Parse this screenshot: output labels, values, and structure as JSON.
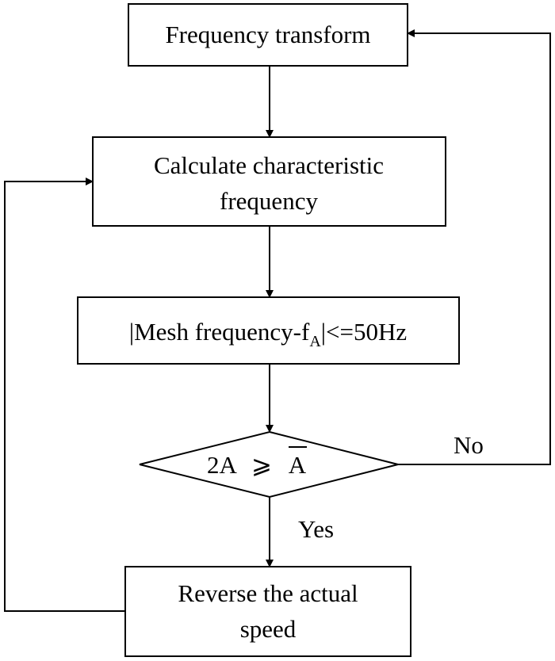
{
  "flowchart": {
    "box_frequency_transform": "Frequency transform",
    "box_calculate_line1": "Calculate characteristic",
    "box_calculate_line2": "frequency",
    "box_mesh_prefix": "|Mesh frequency-f",
    "box_mesh_subscript": "A",
    "box_mesh_suffix": "|<=50Hz",
    "decision_left": "2A",
    "decision_operator": "⩾",
    "decision_right": "A",
    "label_no": "No",
    "label_yes": "Yes",
    "box_reverse_line1": "Reverse the actual",
    "box_reverse_line2": "speed"
  }
}
